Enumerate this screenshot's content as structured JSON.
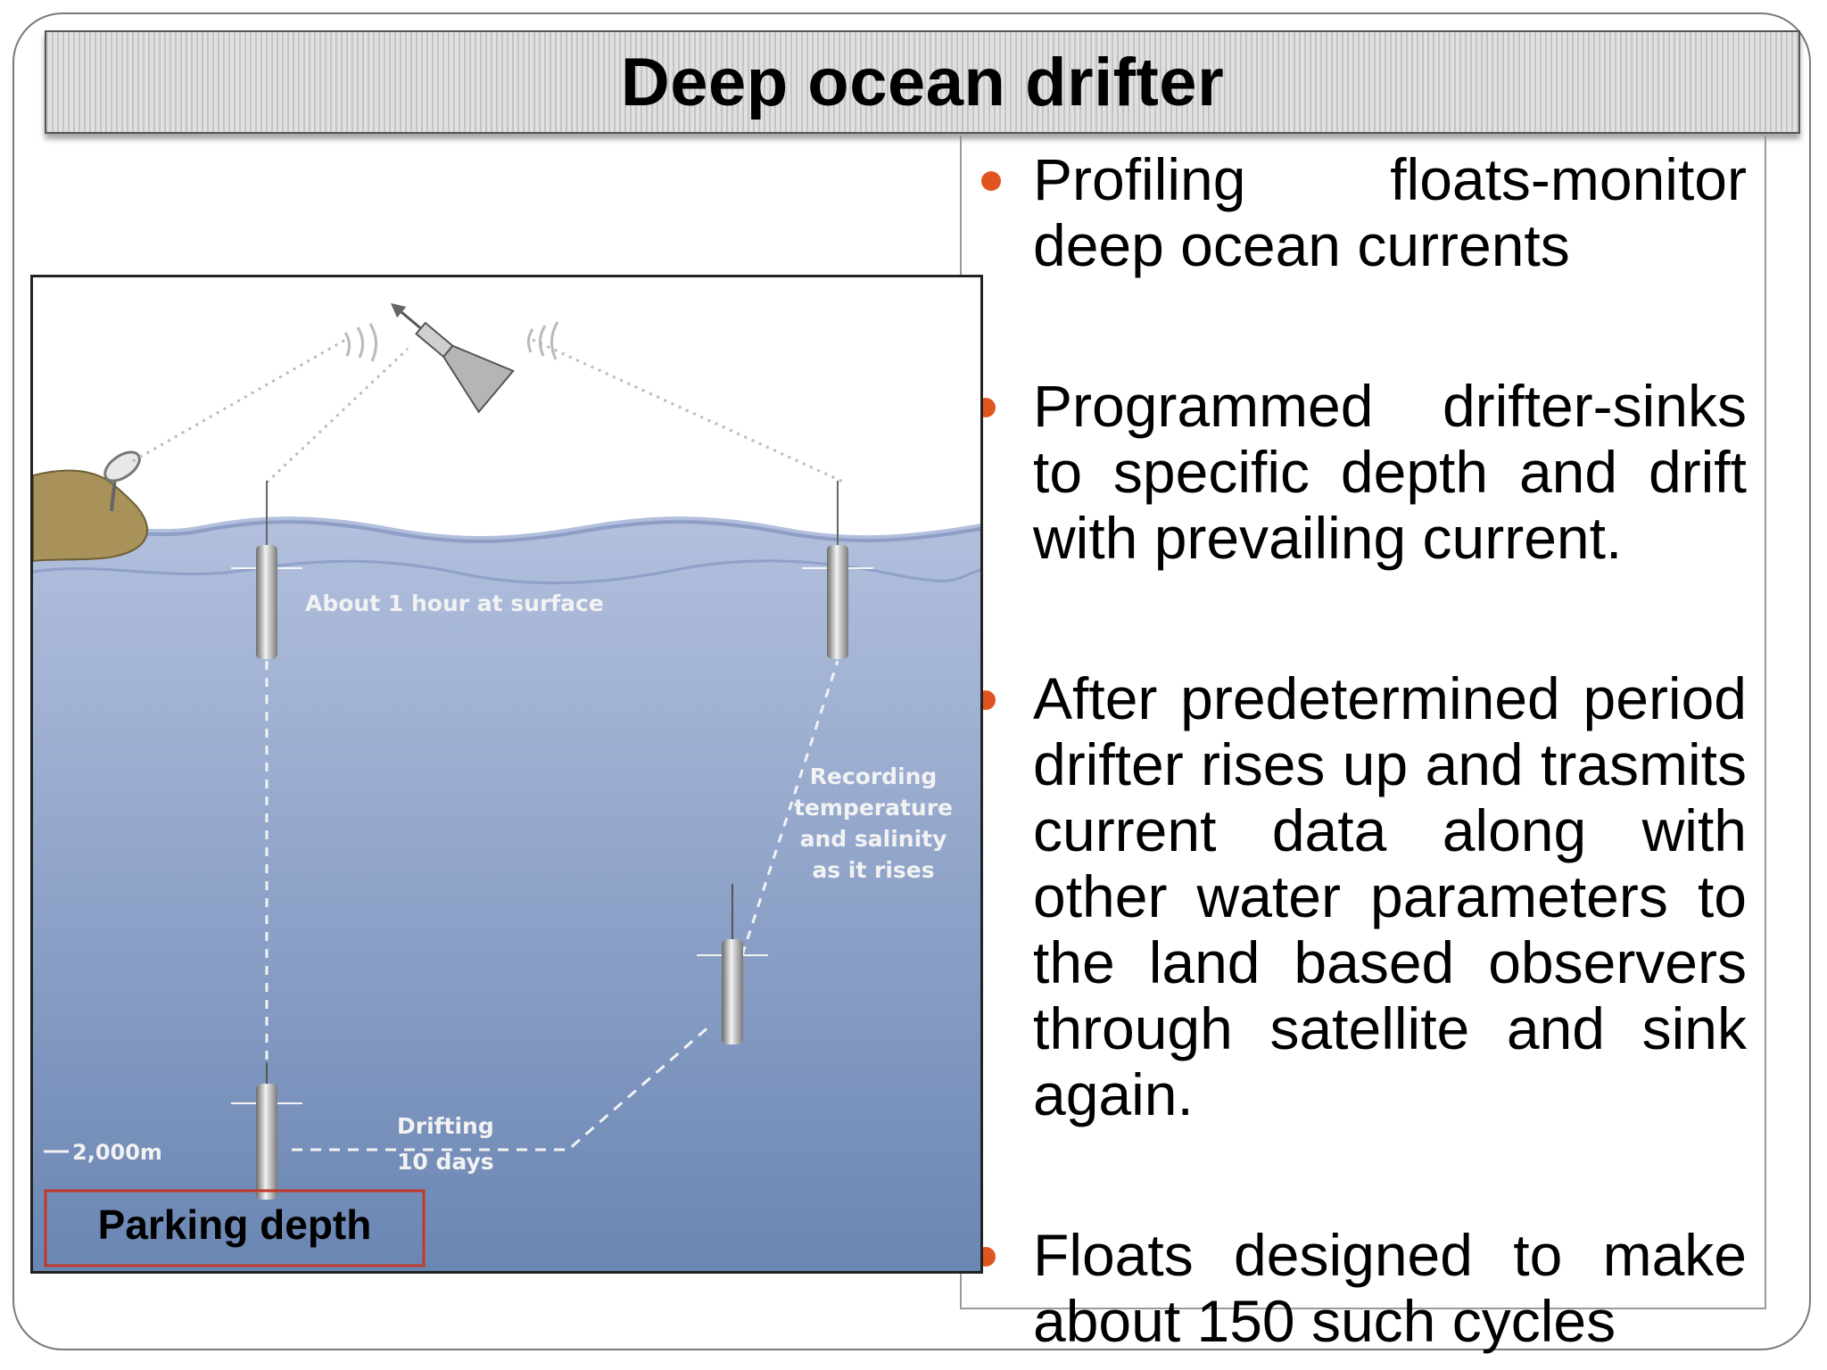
{
  "slide": {
    "title": "Deep ocean drifter",
    "bullets": [
      "Profiling floats-monitor deep ocean currents",
      "Programmed drifter-sinks to specific depth and drift with prevailing current.",
      "After predetermined period drifter rises up and trasmits current data along with other water parameters to the land based observers through satellite and sink again.",
      "Floats designed to make about 150 such cycles"
    ],
    "bullet_color": "#e0551f"
  },
  "diagram": {
    "labels": {
      "surface": "About 1 hour at surface",
      "recording": [
        "Recording",
        "temperature",
        "and salinity",
        "as it rises"
      ],
      "drifting": [
        "Drifting",
        "10 days"
      ],
      "depth_marker": "2,000m",
      "parking": "Parking depth"
    },
    "colors": {
      "sky": "#ffffff",
      "ocean_top": "#a9b8d8",
      "ocean_bottom": "#6f8ab6",
      "land": "#a8925a",
      "parking_border": "#c0392b"
    },
    "icons": [
      "satellite-icon",
      "satellite-dish-icon",
      "float-icon"
    ]
  }
}
